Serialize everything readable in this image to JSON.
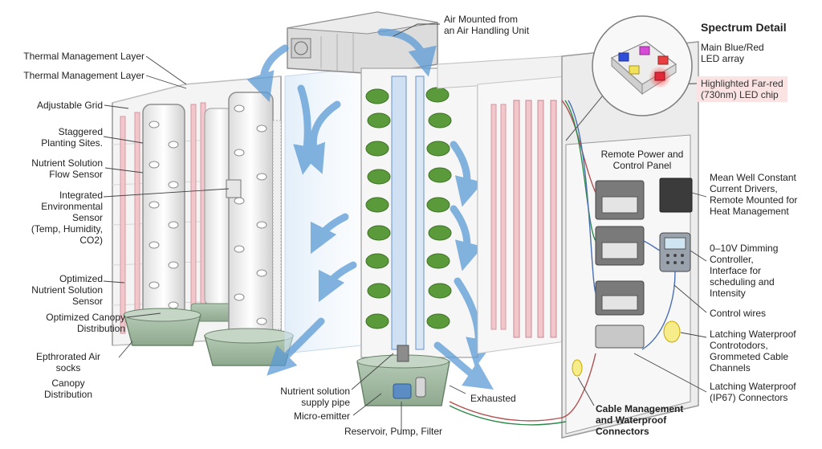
{
  "labels": {
    "thermal_1": "Thermal Management Layer",
    "thermal_2": "Thermal Management Layer",
    "adjustable_grid": "Adjustable Grid",
    "staggered": "Staggered\nPlanting Sites.",
    "flow_sensor": "Nutrient Solution\nFlow Sensor",
    "env_sensor": "Integrated\nEnvironmental\nSensor\n(Temp, Humidity,\nCO2)",
    "nutrient_sensor": "Optimized\nNutrient Solution\nSensor",
    "canopy_opt": "Optimized Canopy\nDistribution",
    "air_socks": "Epthrorated Air\nsocks",
    "canopy": "Canopy\nDistribution",
    "air_mounted": "Air Mounted from\nan Air Handling Unit",
    "supply_pipe": "Nutrient solution\nsupply pipe",
    "micro_emitter": "Micro-emitter",
    "reservoir": "Reservoir, Pump, Filter",
    "exhausted": "Exhausted",
    "spectrum_title": "Spectrum Detail",
    "led_array": "Main Blue/Red\nLED array",
    "far_red": "Highlighted Far-red\n(730nm) LED chip",
    "panel_title": "Remote Power and\nControl Panel",
    "drivers": "Mean Well Constant\nCurrent Drivers,\nRemote Mounted for\nHeat Management",
    "dimming": "0–10V Dimming\nController,\nInterface for\nscheduling and\nIntensity",
    "control_wires": "Control wires",
    "latching_1": "Latching Waterproof\nControtodors,\nGrommeted Cable\nChannels",
    "latching_2": "Latching Waterproof\n(IP67) Connectors",
    "cable_mgmt": "Cable Management\nand Waterproof\nConnectors"
  },
  "colors": {
    "airflow": "#5b9bd5",
    "plant": "#5a9a3a",
    "reservoir": "#9bb59b",
    "led_glow": "#e6a0a8",
    "far_red_glow": "#e8404a",
    "far_red_highlight": "#fbe3e3",
    "driver_body": "#777777",
    "frame": "#b8b8b8"
  }
}
